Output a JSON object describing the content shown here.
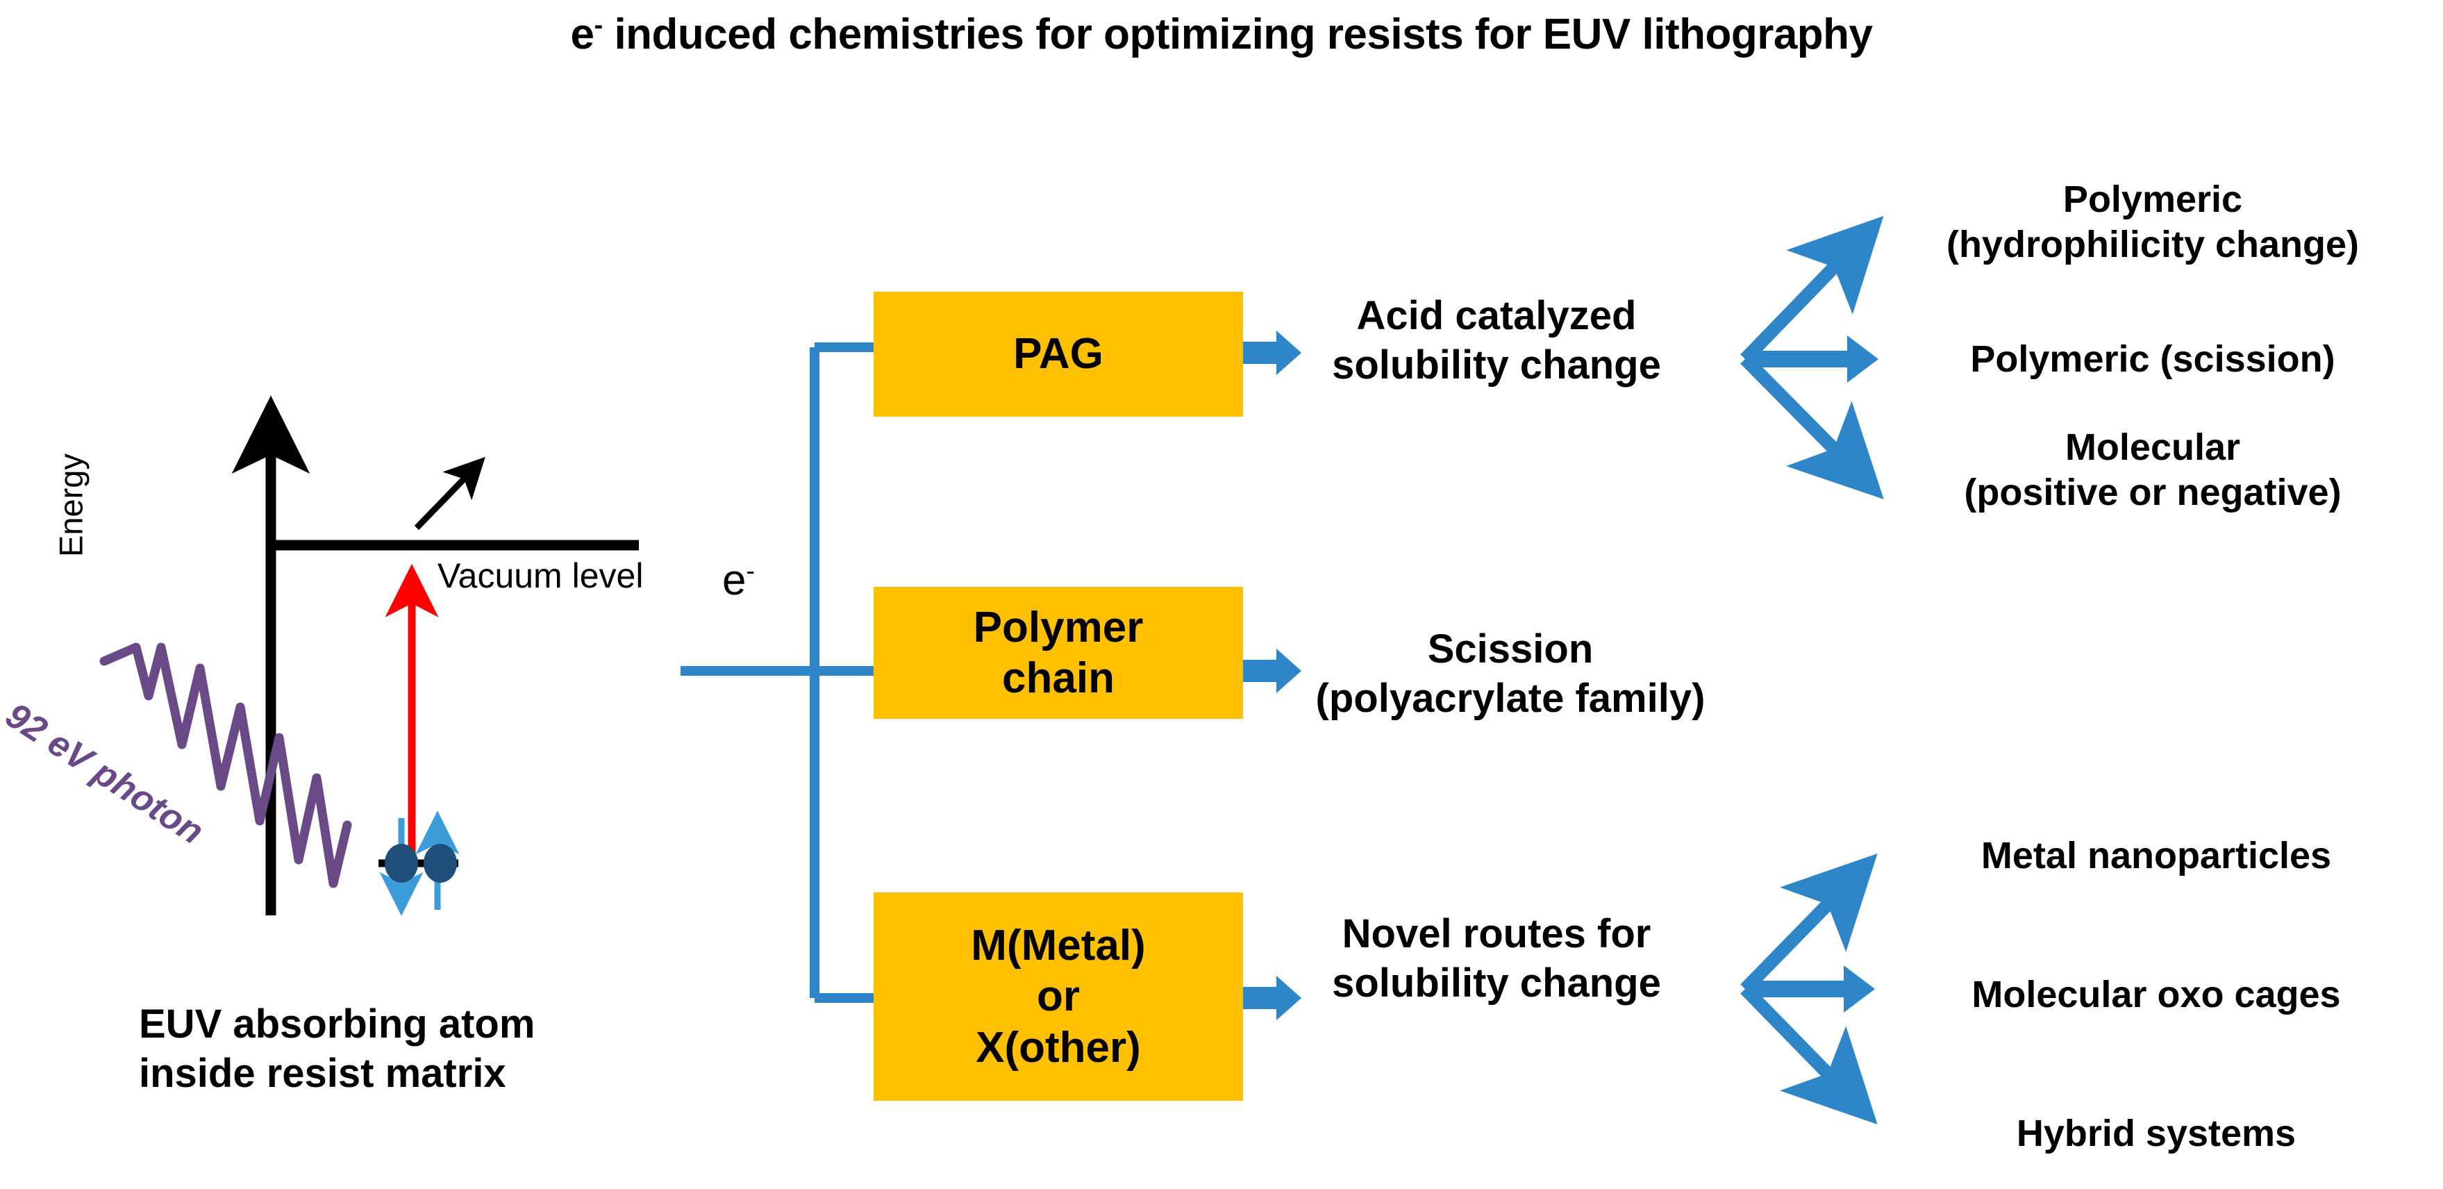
{
  "title": {
    "prefix": "e",
    "sup": "-",
    "rest": " induced chemistries for optimizing resists for EUV lithography"
  },
  "colors": {
    "box_fill": "#FFC000",
    "connector_blue": "#2E86C8",
    "spin_arrow_blue": "#3C9BD9",
    "electron_dot": "#1F4E79",
    "excitation_red": "#FF0000",
    "photon_purple": "#6A4A86",
    "axis_black": "#000000",
    "background": "#FFFFFF"
  },
  "energy_diagram": {
    "y_axis_label": "Energy",
    "vacuum_level_label": "Vacuum level",
    "photon_label": "92 eV photon",
    "caption_line1": "EUV absorbing atom",
    "caption_line2": "inside resist matrix",
    "electron_count": 2,
    "spin_down_arrow": "spin-down-arrow",
    "spin_up_arrow": "spin-up-arrow",
    "excitation_arrow": "red-excitation-arrow",
    "escape_arrow": "electron-escape-arrow"
  },
  "electron_branch_label": {
    "symbol": "e",
    "sup": "-"
  },
  "branches": [
    {
      "id": "pag",
      "box_label": "PAG",
      "box_lines": [
        "PAG"
      ],
      "result": "Acid catalyzed\nsolubility change",
      "result_lines": [
        "Acid catalyzed",
        "solubility change"
      ],
      "outcomes": [
        {
          "lines": [
            "Polymeric",
            "(hydrophilicity change)"
          ]
        },
        {
          "lines": [
            "Polymeric (scission)"
          ]
        },
        {
          "lines": [
            "Molecular",
            "(positive or negative)"
          ]
        }
      ]
    },
    {
      "id": "polymer-chain",
      "box_label": "Polymer chain",
      "box_lines": [
        "Polymer",
        "chain"
      ],
      "result": "Scission\n(polyacrylate family)",
      "result_lines": [
        "Scission",
        "(polyacrylate family)"
      ],
      "outcomes": []
    },
    {
      "id": "metal-or-other",
      "box_label": "M(Metal) or X(other)",
      "box_lines": [
        "M(Metal)",
        "or",
        "X(other)"
      ],
      "result": "Novel routes for\nsolubility change",
      "result_lines": [
        "Novel routes for",
        "solubility change"
      ],
      "outcomes": [
        {
          "lines": [
            "Metal nanoparticles"
          ]
        },
        {
          "lines": [
            "Molecular oxo cages"
          ]
        },
        {
          "lines": [
            "Hybrid systems"
          ]
        }
      ]
    }
  ]
}
